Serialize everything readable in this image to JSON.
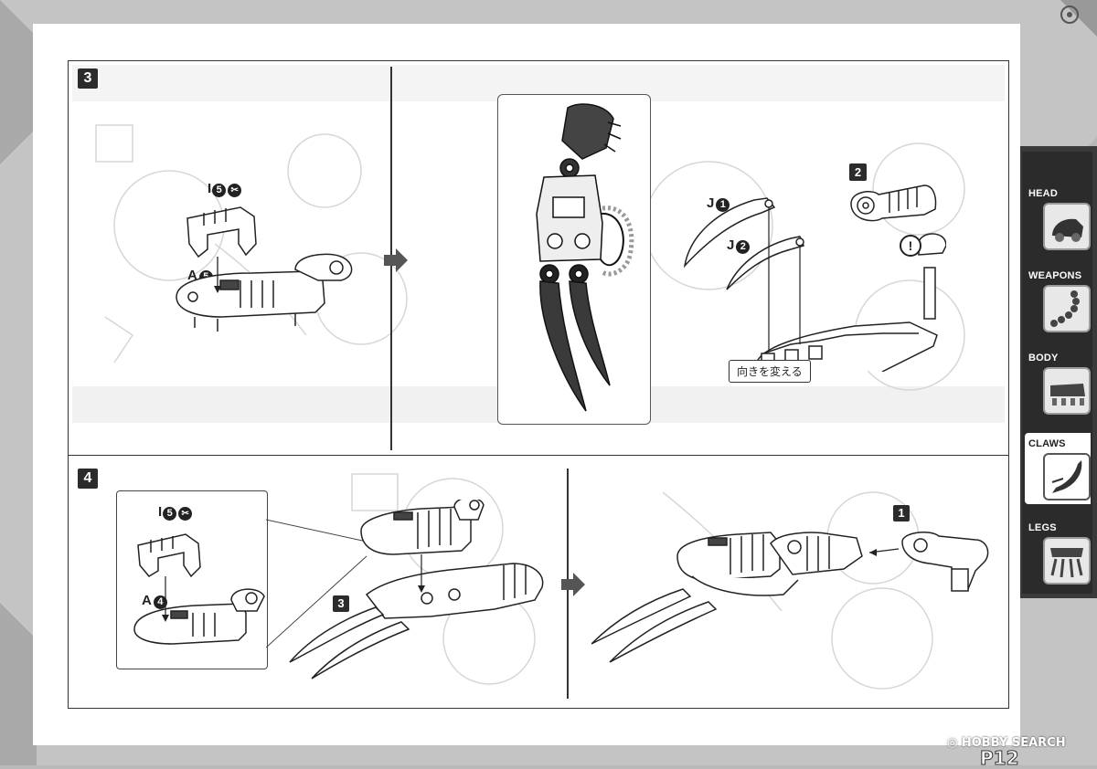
{
  "steps": {
    "step3": {
      "number": "3",
      "label_i": "I",
      "label_i_num": "5",
      "label_a": "A",
      "label_a_num": "5",
      "label_j1": "J",
      "label_j1_num": "1",
      "label_j2": "J",
      "label_j2_num": "2",
      "substep": "2",
      "caution": "!",
      "note": "向きを変える"
    },
    "step4": {
      "number": "4",
      "label_i": "I",
      "label_i_num": "5",
      "label_a": "A",
      "label_a_num": "4",
      "ref_step": "3",
      "substep": "1"
    }
  },
  "sidebar": {
    "items": [
      {
        "label": "HEAD",
        "active": false,
        "icon": "head-icon"
      },
      {
        "label": "WEAPONS",
        "active": false,
        "icon": "weapons-icon"
      },
      {
        "label": "BODY",
        "active": false,
        "icon": "body-icon"
      },
      {
        "label": "CLAWS",
        "active": true,
        "icon": "claws-icon"
      },
      {
        "label": "LEGS",
        "active": false,
        "icon": "legs-icon"
      }
    ]
  },
  "watermark": "HOBBY SEARCH",
  "page_number": "P12",
  "colors": {
    "page": "#ffffff",
    "frame": "#b9b9b9",
    "ink": "#2b2b2b",
    "active_tab": "#ffffff"
  }
}
